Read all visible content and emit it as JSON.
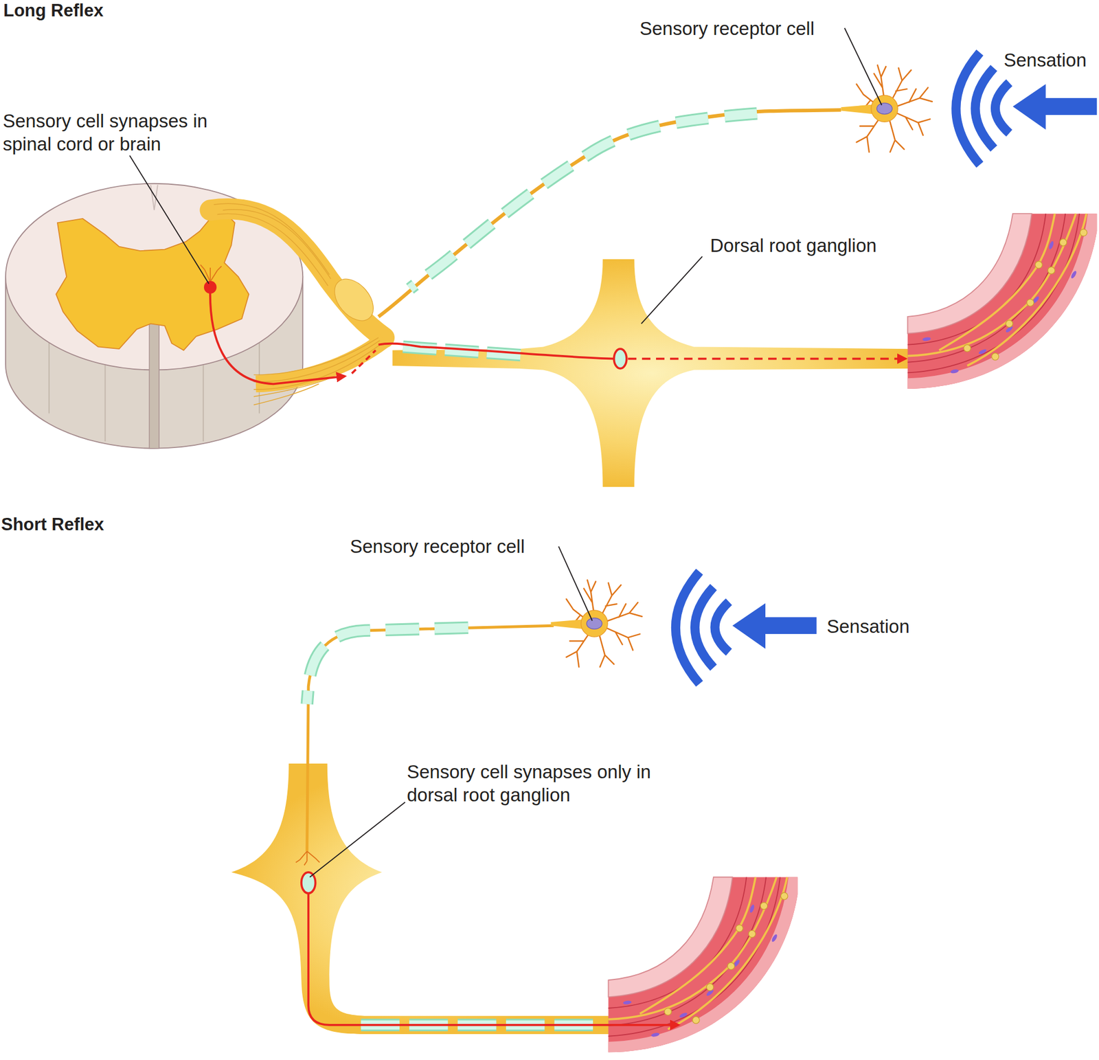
{
  "diagram": {
    "labels": [
      "Long Reflex",
      "Sensory receptor cell",
      "Sensation",
      "Sensory cell synapses in spinal cord or brain",
      "Dorsal root ganglion",
      "Short Reflex",
      "Sensory receptor cell",
      "Sensation",
      "Sensory cell synapses only in dorsal root ganglion"
    ]
  }
}
